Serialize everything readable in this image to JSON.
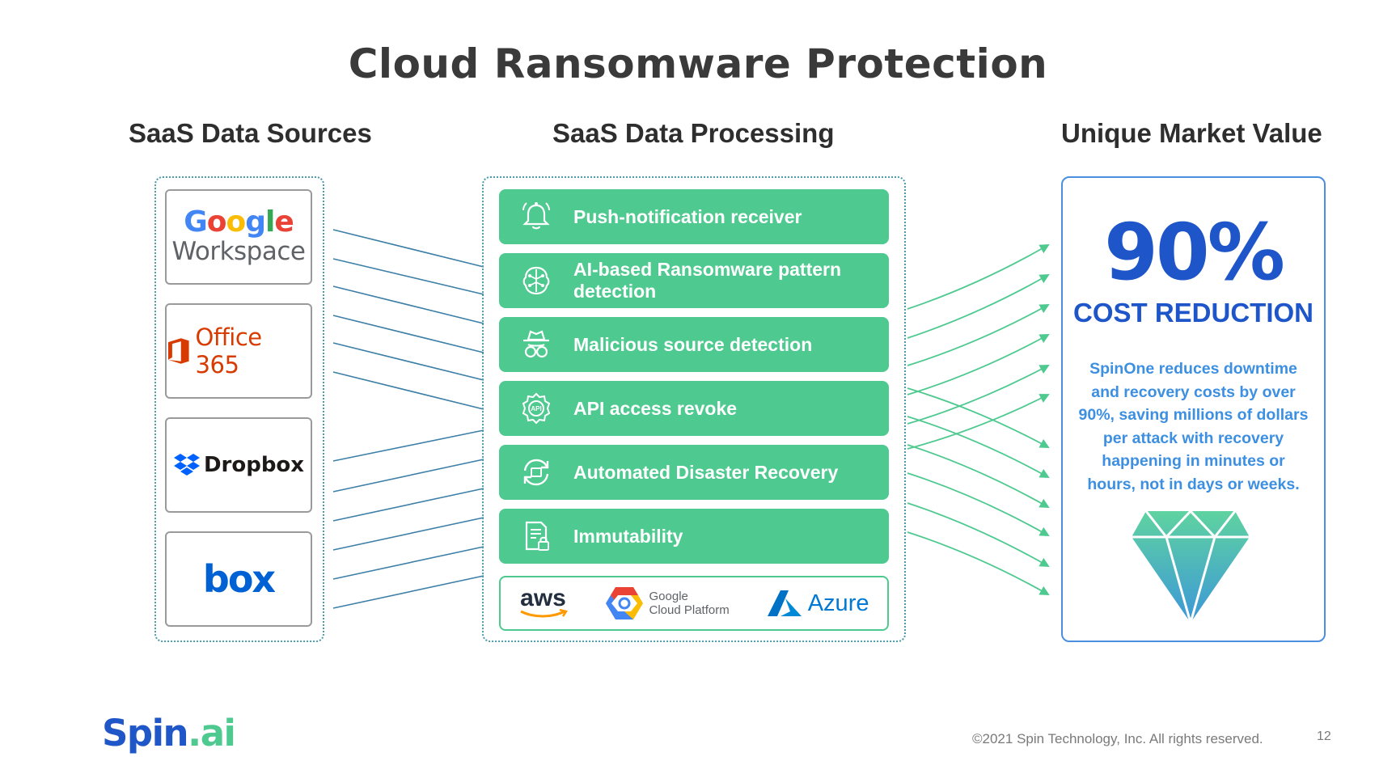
{
  "title": "Cloud Ransomware Protection",
  "columns": {
    "sources": "SaaS Data Sources",
    "processing": "SaaS Data Processing",
    "value": "Unique Market Value"
  },
  "sources": {
    "google_letters": [
      "G",
      "o",
      "o",
      "g",
      "l",
      "e"
    ],
    "google_colors": [
      "#4285f4",
      "#ea4335",
      "#fbbc05",
      "#4285f4",
      "#34a853",
      "#ea4335"
    ],
    "google_sub": "Workspace",
    "office": "Office 365",
    "dropbox": "Dropbox",
    "box": "box"
  },
  "processing": {
    "items": [
      {
        "label": "Push-notification receiver",
        "icon": "bell-icon"
      },
      {
        "label": "AI-based Ransomware pattern detection",
        "icon": "brain-icon"
      },
      {
        "label": "Malicious source detection",
        "icon": "spy-icon"
      },
      {
        "label": "API access revoke",
        "icon": "api-gear-icon"
      },
      {
        "label": "Automated Disaster Recovery",
        "icon": "recovery-cycle-icon"
      },
      {
        "label": "Immutability",
        "icon": "locked-document-icon"
      }
    ],
    "clouds": {
      "aws": "aws",
      "gcp_line1": "Google",
      "gcp_line2": "Cloud Platform",
      "azure": "Azure"
    }
  },
  "value": {
    "percent": "90%",
    "headline": "COST REDUCTION",
    "description": "SpinOne reduces downtime and recovery costs by over 90%, saving millions of dollars per attack with recovery happening in minutes or hours, not in days or weeks.",
    "icon": "diamond-icon"
  },
  "footer": {
    "logo_main": "Spin",
    "logo_dot": ".ai",
    "copyright": "©2021 Spin Technology, Inc. All rights reserved.",
    "page": "12"
  },
  "colors": {
    "accent_green": "#4ec98f",
    "accent_blue": "#1e56c9",
    "line_blue": "#3d7fa6"
  }
}
